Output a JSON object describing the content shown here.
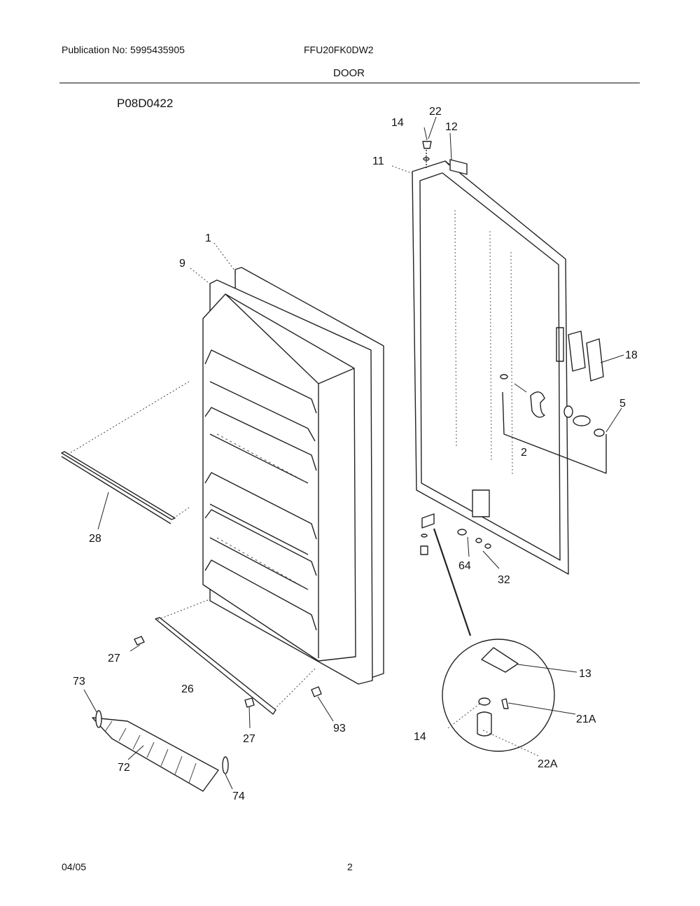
{
  "header": {
    "publication": "Publication No: 5995435905",
    "model": "FFU20FK0DW2",
    "section": "DOOR"
  },
  "diagram": {
    "code": "P08D0422",
    "callouts": {
      "c1": "1",
      "c9": "9",
      "c11": "11",
      "c12": "12",
      "c14_top": "14",
      "c22": "22",
      "c18": "18",
      "c5": "5",
      "c2": "2",
      "c28": "28",
      "c64": "64",
      "c32": "32",
      "c27_a": "27",
      "c27_b": "27",
      "c26": "26",
      "c93": "93",
      "c73": "73",
      "c72": "72",
      "c74": "74",
      "c13": "13",
      "c21A": "21A",
      "c14_detail": "14",
      "c22A": "22A"
    }
  },
  "footer": {
    "date": "04/05",
    "page": "2"
  }
}
